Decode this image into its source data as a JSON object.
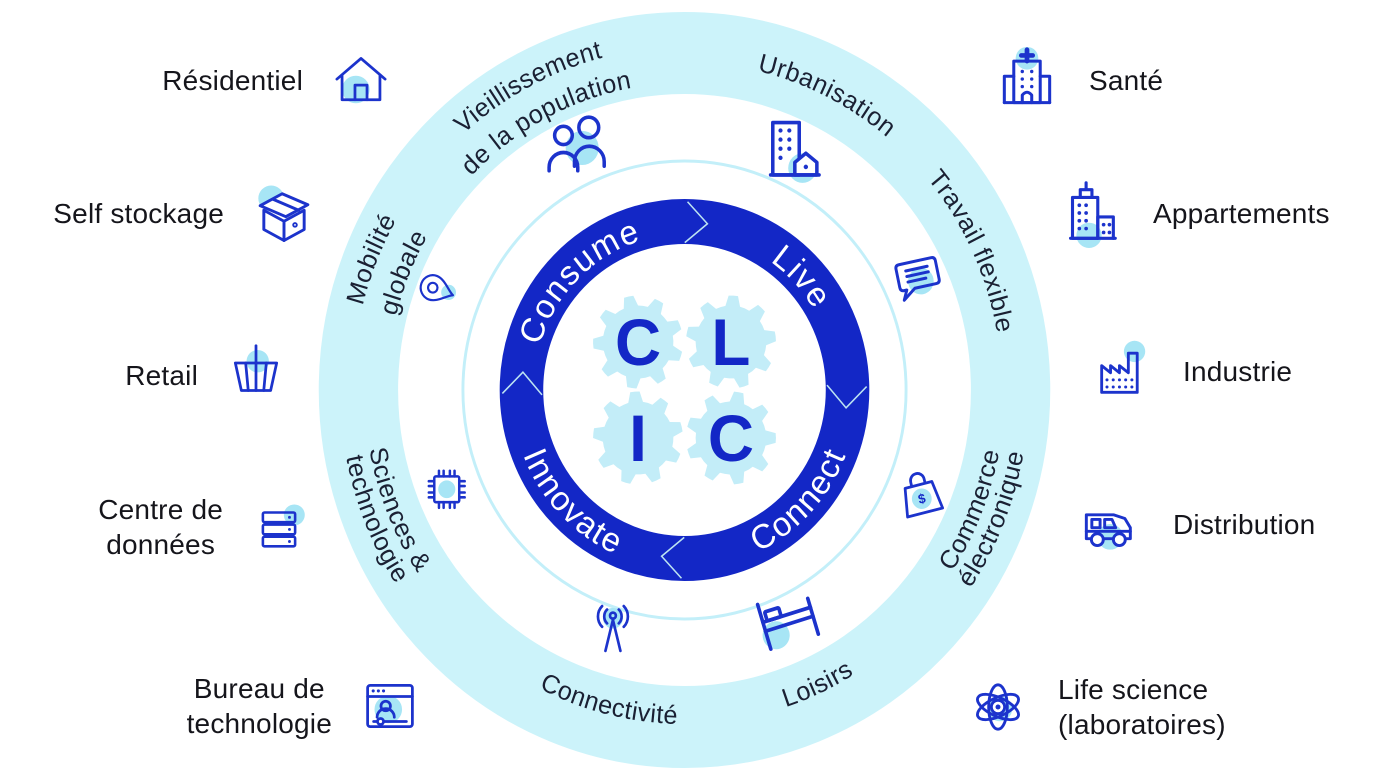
{
  "colors": {
    "royal": "#1327C6",
    "gear_fill": "#C3EDF8",
    "band": "#CCF3FA",
    "thin_circle": "#C3EFF9",
    "blob": "#A7E5F5",
    "icon_stroke": "#1C33CC",
    "trend_text": "#1A2033",
    "label_text": "#15151B",
    "ring_text": "#FFFFFF",
    "chevron": "#BCE3F2"
  },
  "center_gears": [
    {
      "letter": "C"
    },
    {
      "letter": "L"
    },
    {
      "letter": "I"
    },
    {
      "letter": "C"
    }
  ],
  "inner_ring": [
    {
      "label": "Consume",
      "bearing": -45,
      "dir": "cw"
    },
    {
      "label": "Live",
      "bearing": 47,
      "dir": "cw"
    },
    {
      "label": "Connect",
      "bearing": 133,
      "dir": "ccw"
    },
    {
      "label": "Innovate",
      "bearing": 226,
      "dir": "ccw"
    }
  ],
  "trend_ring": [
    {
      "lines": [
        "Vieillissement",
        "de la population"
      ],
      "bearing": -28,
      "dir": "cw"
    },
    {
      "lines": [
        "Urbanisation"
      ],
      "bearing": 26.5,
      "dir": "cw"
    },
    {
      "lines": [
        "Travail flexible"
      ],
      "bearing": 65,
      "dir": "cw"
    },
    {
      "lines": [
        "Commerce",
        "électronique"
      ],
      "bearing": 112,
      "dir": "ccw"
    },
    {
      "lines": [
        "Loisirs"
      ],
      "bearing": 155,
      "dir": "ccw"
    },
    {
      "lines": [
        "Connectivité"
      ],
      "bearing": 194,
      "dir": "ccw"
    },
    {
      "lines": [
        "Sciences &",
        "technologie"
      ],
      "bearing": 248,
      "dir": "ccw"
    },
    {
      "lines": [
        "Mobilité",
        "globale"
      ],
      "bearing": -68,
      "dir": "cw"
    }
  ],
  "ring_icons": [
    {
      "icon": "people",
      "bearing": -24.5,
      "r": 266,
      "size": 82
    },
    {
      "icon": "city",
      "bearing": 24.3,
      "r": 266,
      "size": 82
    },
    {
      "icon": "chat",
      "bearing": 65.5,
      "r": 266,
      "size": 68
    },
    {
      "icon": "shopping-bag",
      "bearing": 113,
      "r": 265,
      "size": 64
    },
    {
      "icon": "bed",
      "bearing": 155,
      "r": 253,
      "size": 84
    },
    {
      "icon": "antenna",
      "bearing": 197,
      "r": 253,
      "size": 62
    },
    {
      "icon": "chip",
      "bearing": 248,
      "r": 265,
      "size": 58
    },
    {
      "icon": "location-pin",
      "bearing": -68.5,
      "r": 274,
      "size": 50
    }
  ],
  "outer_labels": [
    {
      "lines": [
        "Résidentiel"
      ],
      "icon": "house"
    },
    {
      "lines": [
        "Self stockage"
      ],
      "icon": "box"
    },
    {
      "lines": [
        "Retail"
      ],
      "icon": "basket"
    },
    {
      "lines": [
        "Centre de",
        "données"
      ],
      "icon": "server"
    },
    {
      "lines": [
        "Bureau de",
        "technologie"
      ],
      "icon": "browser"
    },
    {
      "lines": [
        "Santé"
      ],
      "icon": "hospital"
    },
    {
      "lines": [
        "Appartements"
      ],
      "icon": "apartments"
    },
    {
      "lines": [
        "Industrie"
      ],
      "icon": "factory"
    },
    {
      "lines": [
        "Distribution"
      ],
      "icon": "truck"
    },
    {
      "lines": [
        "Life science",
        "(laboratoires)"
      ],
      "icon": "atom"
    }
  ]
}
